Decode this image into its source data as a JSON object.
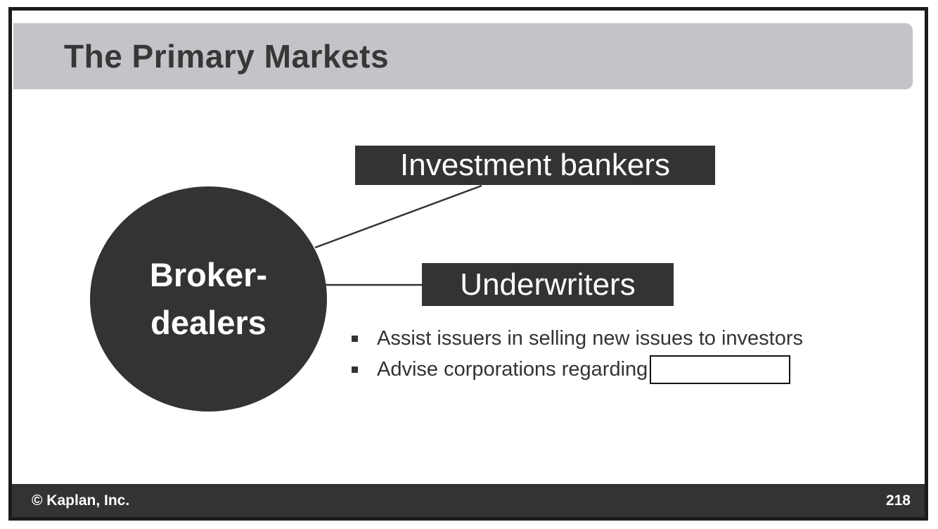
{
  "title": "The Primary Markets",
  "diagram": {
    "circle": {
      "line1": "Broker-",
      "line2": "dealers"
    },
    "labels": {
      "investment_bankers": "Investment bankers",
      "underwriters": "Underwriters"
    }
  },
  "bullets": [
    "Assist issuers in selling new issues to investors",
    "Advise corporations regarding"
  ],
  "footer": {
    "copyright": "© Kaplan, Inc.",
    "page_number": "218"
  },
  "colors": {
    "dark": "#333333",
    "header_gray": "#c2c4c8",
    "border": "#1b1b1b",
    "text_dark": "#373737",
    "background": "#ffffff"
  }
}
